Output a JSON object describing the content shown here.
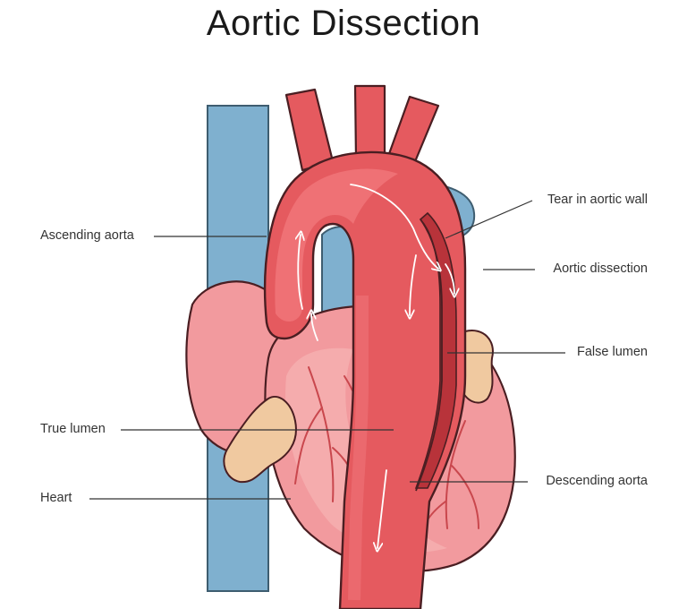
{
  "title": "Aortic Dissection",
  "labels": {
    "ascending_aorta": "Ascending aorta",
    "true_lumen": "True lumen",
    "heart": "Heart",
    "tear": "Tear in aortic wall",
    "aortic_dissection": "Aortic dissection",
    "false_lumen": "False lumen",
    "descending_aorta": "Descending aorta"
  },
  "colors": {
    "vein_blue": "#7fb0cf",
    "artery_red": "#e55a5f",
    "artery_dark": "#b8333a",
    "heart_pink": "#f29a9e",
    "heart_light": "#f6b3b4",
    "fat_tan": "#f0c9a0",
    "outline": "#4a1e22"
  }
}
